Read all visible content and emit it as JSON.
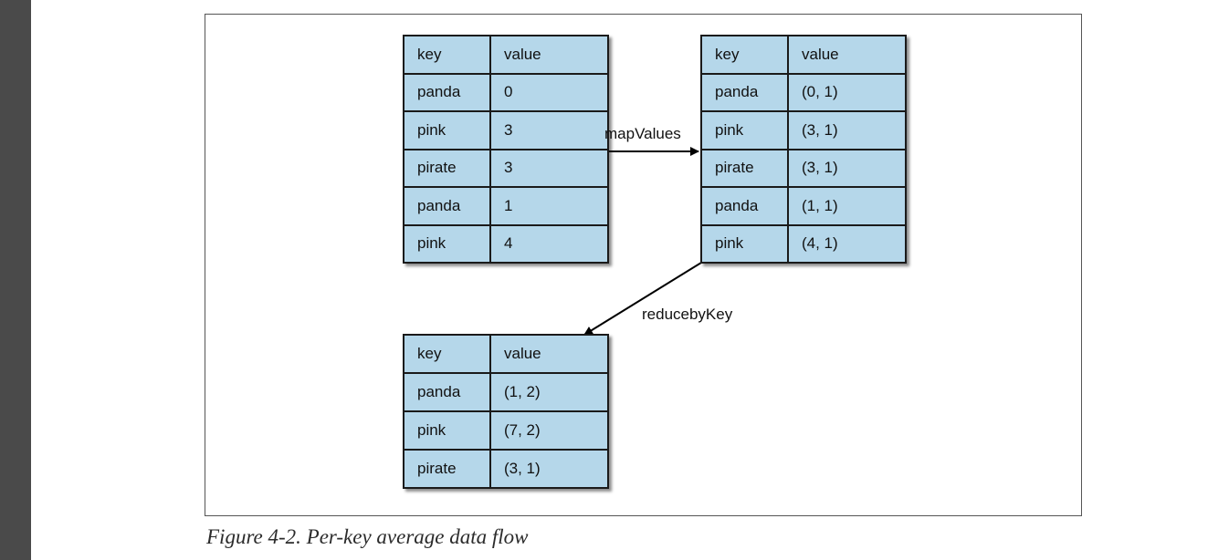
{
  "diagram": {
    "tables": {
      "input": {
        "header": [
          "key",
          "value"
        ],
        "rows": [
          [
            "panda",
            "0"
          ],
          [
            "pink",
            "3"
          ],
          [
            "pirate",
            "3"
          ],
          [
            "panda",
            "1"
          ],
          [
            "pink",
            "4"
          ]
        ]
      },
      "mapped": {
        "header": [
          "key",
          "value"
        ],
        "rows": [
          [
            "panda",
            "(0, 1)"
          ],
          [
            "pink",
            "(3, 1)"
          ],
          [
            "pirate",
            "(3, 1)"
          ],
          [
            "panda",
            "(1, 1)"
          ],
          [
            "pink",
            "(4, 1)"
          ]
        ]
      },
      "reduced": {
        "header": [
          "key",
          "value"
        ],
        "rows": [
          [
            "panda",
            "(1, 2)"
          ],
          [
            "pink",
            "(7, 2)"
          ],
          [
            "pirate",
            "(3, 1)"
          ]
        ]
      }
    },
    "edges": [
      {
        "from": "input",
        "to": "mapped",
        "label": "mapValues"
      },
      {
        "from": "mapped",
        "to": "reduced",
        "label": "reducebyKey"
      }
    ],
    "colors": {
      "cell_fill": "#b5d7ea",
      "border": "#1a1a1a",
      "side_bar": "#4a4a4a"
    }
  },
  "caption": "Figure 4-2. Per-key average data flow"
}
